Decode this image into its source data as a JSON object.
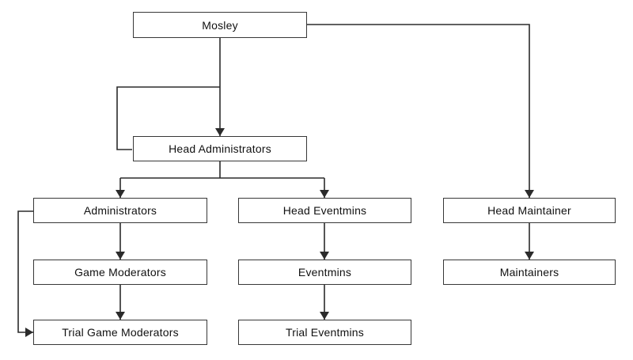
{
  "diagram": {
    "type": "org-chart",
    "nodes": [
      {
        "id": "mosley",
        "label": "Mosley"
      },
      {
        "id": "head-administrators",
        "label": "Head Administrators"
      },
      {
        "id": "administrators",
        "label": "Administrators"
      },
      {
        "id": "game-moderators",
        "label": "Game Moderators"
      },
      {
        "id": "trial-game-moderators",
        "label": "Trial Game Moderators"
      },
      {
        "id": "head-eventmins",
        "label": "Head Eventmins"
      },
      {
        "id": "eventmins",
        "label": "Eventmins"
      },
      {
        "id": "trial-eventmins",
        "label": "Trial Eventmins"
      },
      {
        "id": "head-maintainer",
        "label": "Head Maintainer"
      },
      {
        "id": "maintainers",
        "label": "Maintainers"
      }
    ],
    "edges": [
      {
        "from": "Mosley",
        "to": "Head Administrators",
        "type": "straight",
        "arrowhead": true
      },
      {
        "from": "Mosley",
        "to": "Head Administrators",
        "type": "side-hook",
        "arrowhead": false
      },
      {
        "from": "Mosley",
        "to": "Head Maintainer",
        "type": "elbow",
        "arrowhead": true
      },
      {
        "from": "Head Administrators",
        "to": "Administrators",
        "type": "elbow",
        "arrowhead": true
      },
      {
        "from": "Head Administrators",
        "to": "Head Eventmins",
        "type": "elbow",
        "arrowhead": true
      },
      {
        "from": "Administrators",
        "to": "Game Moderators",
        "type": "straight",
        "arrowhead": true
      },
      {
        "from": "Game Moderators",
        "to": "Trial Game Moderators",
        "type": "straight",
        "arrowhead": true
      },
      {
        "from": "Administrators",
        "to": "Trial Game Moderators",
        "type": "side-hook",
        "arrowhead": true
      },
      {
        "from": "Head Eventmins",
        "to": "Eventmins",
        "type": "straight",
        "arrowhead": true
      },
      {
        "from": "Eventmins",
        "to": "Trial Eventmins",
        "type": "straight",
        "arrowhead": true
      },
      {
        "from": "Head Maintainer",
        "to": "Maintainers",
        "type": "straight",
        "arrowhead": true
      }
    ],
    "colors": {
      "background": "#ffffff",
      "box_fill": "#ffffff",
      "box_border": "#383838",
      "line": "#2b2b2b",
      "text": "#111111"
    }
  }
}
